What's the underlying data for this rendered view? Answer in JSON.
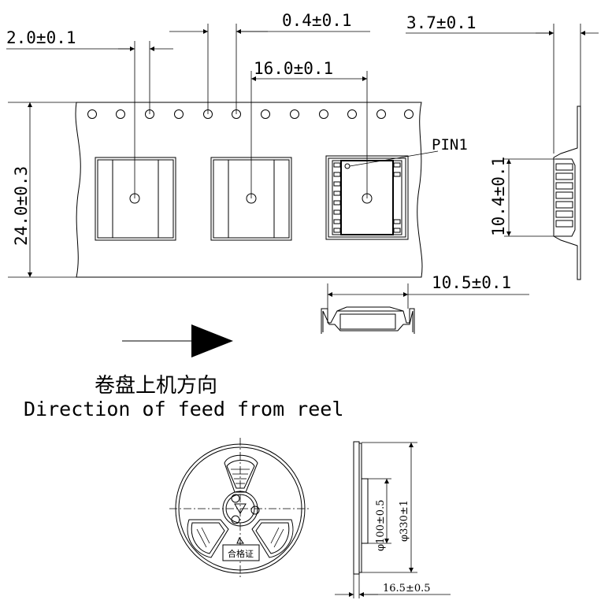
{
  "dimensions": {
    "hole_offset": "2.0±0.1",
    "hole_diameter": "0.4±0.1",
    "pitch": "16.0±0.1",
    "thickness": "3.7±0.1",
    "tape_width": "24.0±0.3",
    "pocket_depth": "10.4±0.1",
    "pocket_width": "10.5±0.1",
    "hub_diameter": "φ100±0.5",
    "reel_diameter": "φ330±1",
    "reel_width": "16.5±0.5"
  },
  "labels": {
    "pin1": "PIN1",
    "feed_direction_cn": "卷盘上机方向",
    "feed_direction_en": "Direction of feed from reel",
    "certificate": "合格证"
  }
}
